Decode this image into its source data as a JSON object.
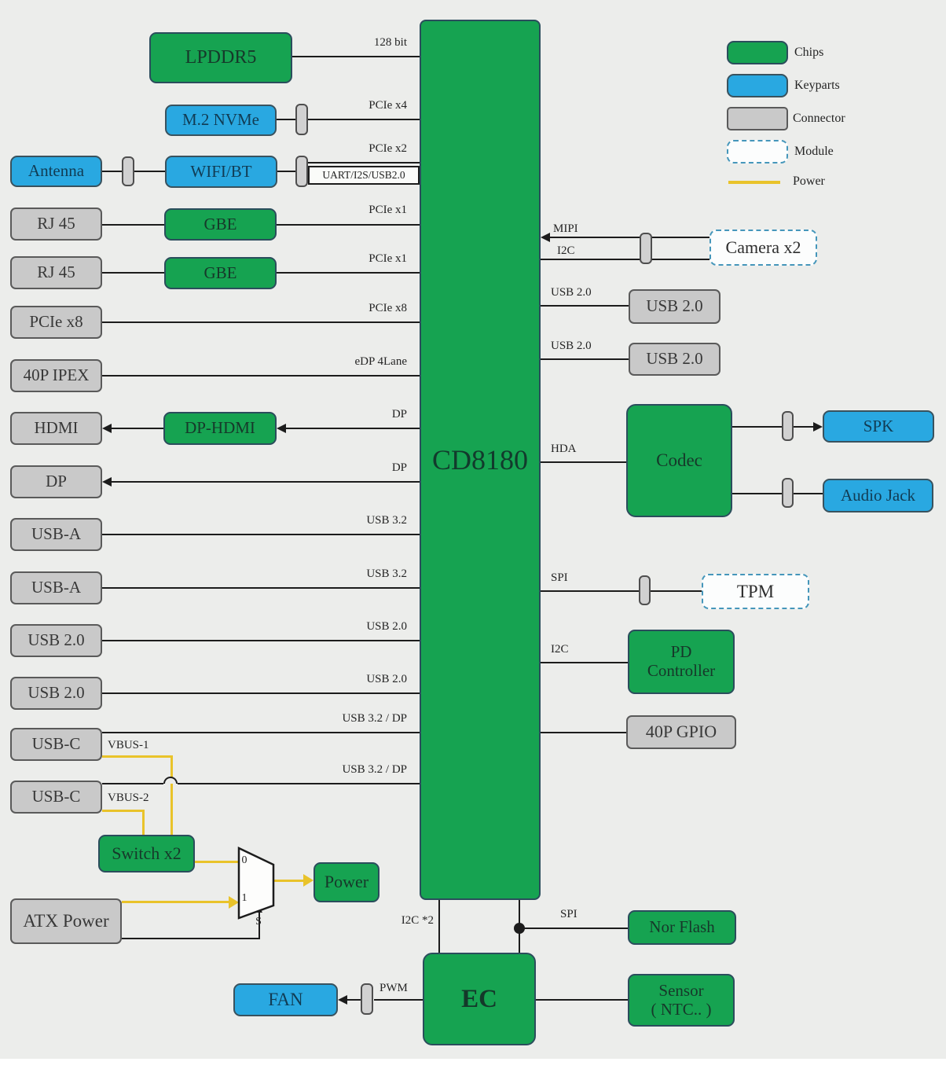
{
  "colors": {
    "chip_green": "#16a351",
    "keypart_blue": "#29a8e1",
    "connector_gray": "#c9c9c9",
    "module_border": "#4596ba",
    "power_yellow": "#e9c32a",
    "line_black": "#1c1c1c",
    "background": "#ecedeb"
  },
  "chip": {
    "label": "CD8180"
  },
  "ec": {
    "label": "EC"
  },
  "legend": {
    "chips": "Chips",
    "keyparts": "Keyparts",
    "connector": "Connector",
    "module": "Module",
    "power": "Power"
  },
  "nodes": {
    "lpddr5": "LPDDR5",
    "m2_nvme": "M.2 NVMe",
    "antenna": "Antenna",
    "wifi_bt": "WIFI/BT",
    "rj45_a": "RJ 45",
    "rj45_b": "RJ 45",
    "gbe_a": "GBE",
    "gbe_b": "GBE",
    "pcie_x8": "PCIe x8",
    "ipex_40p": "40P IPEX",
    "hdmi": "HDMI",
    "dp_hdmi": "DP-HDMI",
    "dp": "DP",
    "usb_a_1": "USB-A",
    "usb_a_2": "USB-A",
    "usb20_l1": "USB 2.0",
    "usb20_l2": "USB 2.0",
    "usb_c_1": "USB-C",
    "usb_c_2": "USB-C",
    "switch_x2": "Switch x2",
    "atx_power": "ATX Power",
    "power": "Power",
    "fan": "FAN",
    "camera": "Camera x2",
    "usb20_r1": "USB 2.0",
    "usb20_r2": "USB 2.0",
    "codec": "Codec",
    "spk": "SPK",
    "audio_jack": "Audio Jack",
    "tpm": "TPM",
    "pd_line1": "PD",
    "pd_line2": "Controller",
    "gpio_40p": "40P GPIO",
    "nor_flash": "Nor Flash",
    "sensor_line1": "Sensor",
    "sensor_line2": "( NTC.. )"
  },
  "buses": {
    "bit128": "128 bit",
    "pcie_x4": "PCIe x4",
    "pcie_x2": "PCIe x2",
    "uart": "UART/I2S/USB2.0",
    "pcie_x1_a": "PCIe x1",
    "pcie_x1_b": "PCIe x1",
    "pcie_x8": "PCIe x8",
    "edp": "eDP 4Lane",
    "dp_a": "DP",
    "dp_b": "DP",
    "usb32_a": "USB 3.2",
    "usb32_b": "USB 3.2",
    "usb20_a": "USB 2.0",
    "usb20_b": "USB 2.0",
    "usb32dp_a": "USB 3.2 / DP",
    "usb32dp_b": "USB 3.2 / DP",
    "vbus1": "VBUS-1",
    "vbus2": "VBUS-2",
    "mipi": "MIPI",
    "i2c_cam": "I2C",
    "usb20_r1": "USB 2.0",
    "usb20_r2": "USB 2.0",
    "hda": "HDA",
    "spi_tpm": "SPI",
    "i2c_pd": "I2C",
    "spi_nor": "SPI",
    "i2c_x2": "I2C *2",
    "pwm": "PWM"
  },
  "mux": {
    "in0": "0",
    "in1": "1",
    "sel": "S"
  }
}
